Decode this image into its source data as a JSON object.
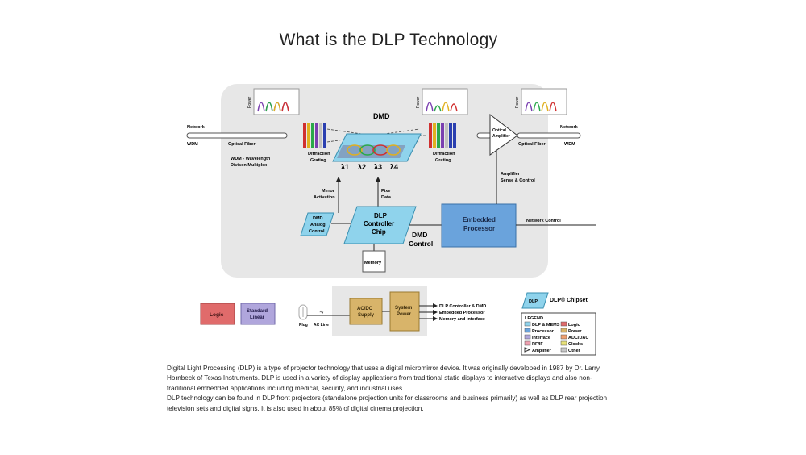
{
  "title": "What is the DLP Technology",
  "diagram": {
    "network_left": "Network",
    "wdm_left": "WDM",
    "optical_fiber_left": "Optical Fiber",
    "wdm_note_1": "WDM - Wavelength",
    "wdm_note_2": "Divison Multiplex",
    "power_label": "Power",
    "diffraction_grating_1": "Diffraction",
    "diffraction_grating_2": "Grating",
    "dmd": "DMD",
    "lambdas": [
      "λ1",
      "λ2",
      "λ3",
      "λ4"
    ],
    "mirror_activation_1": "Mirror",
    "mirror_activation_2": "Activation",
    "pixel_data_1": "Pixe",
    "pixel_data_2": "Data",
    "dmd_analog_1": "DMD",
    "dmd_analog_2": "Analog",
    "dmd_analog_3": "Control",
    "dlp_controller_1": "DLP",
    "dlp_controller_2": "Controller",
    "dlp_controller_3": "Chip",
    "dmd_control_1": "DMD",
    "dmd_control_2": "Control",
    "memory": "Memory",
    "embedded_1": "Embedded",
    "embedded_2": "Processor",
    "network_control": "Network Control",
    "amp_sense_1": "Amplifier",
    "amp_sense_2": "Sense & Control",
    "optical_amp_1": "Optical",
    "optical_amp_2": "Amplifier",
    "network_right": "Network",
    "optical_fiber_right": "Optical Fiber",
    "wdm_right": "WDM"
  },
  "power": {
    "logic": "Logic",
    "standard_linear_1": "Standard",
    "standard_linear_2": "Linear",
    "plug": "Plug",
    "ac_line": "AC Line",
    "acdc_1": "AC/DC",
    "acdc_2": "Supply",
    "system_power_1": "System",
    "system_power_2": "Power",
    "outputs": [
      "DLP Controller & DMD",
      "Embedded Processor",
      "Memory and Interface"
    ]
  },
  "legend": {
    "chipset_tag": "DLP",
    "chipset_label": "DLP® Chipset",
    "title": "LEGEND",
    "items": [
      {
        "label": "DLP & MEMS",
        "color": "#8fd3ec"
      },
      {
        "label": "Logic",
        "color": "#e06b6b"
      },
      {
        "label": "Processor",
        "color": "#6aa3dc"
      },
      {
        "label": "Power",
        "color": "#d8b46a"
      },
      {
        "label": "Interface",
        "color": "#b0a6dc"
      },
      {
        "label": "ADC/DAC",
        "color": "#f0a070"
      },
      {
        "label": "RF/IF",
        "color": "#f0a0b0"
      },
      {
        "label": "Clocks",
        "color": "#e8e27a"
      },
      {
        "label": "Amplifier",
        "color": "#ffffff"
      },
      {
        "label": "Other",
        "color": "#c8c8c8"
      }
    ]
  },
  "colors": {
    "panel": "#e7e7e7",
    "dlp": "#8fd3ec",
    "processor": "#6aa3dc",
    "logic": "#e06b6b",
    "interface": "#b0a6dc",
    "power": "#d8b46a"
  },
  "paragraph": [
    "Digital Light Processing (DLP) is a type of projector technology that uses a digital micromirror device. It was originally developed in 1987 by Dr. Larry Hornbeck of Texas Instruments. DLP is used in a variety of display applications from traditional static displays to interactive displays and also non-traditional embedded applications including medical, security, and industrial uses.",
    "DLP technology can be found in DLP front projectors (standalone projection units for classrooms and business primarily) as well as DLP rear projection television sets and digital signs. It is also used in about 85% of digital cinema projection."
  ]
}
